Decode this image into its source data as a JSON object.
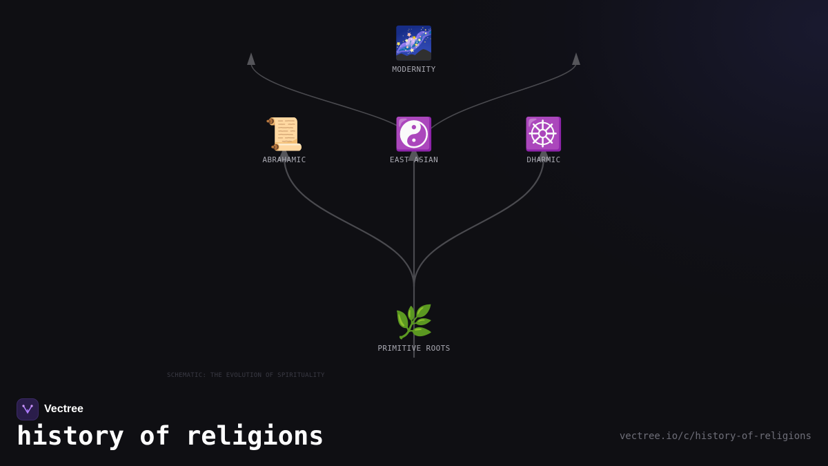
{
  "diagram": {
    "nodes": {
      "modernity": {
        "emoji": "🌌",
        "label": "MODERNITY"
      },
      "abrahamic": {
        "emoji": "📜",
        "label": "ABRAHAMIC"
      },
      "east_asian": {
        "emoji": "☯️",
        "label": "EAST ASIAN"
      },
      "dharmic": {
        "emoji": "☸️",
        "label": "DHARMIC"
      },
      "primitive_roots": {
        "emoji": "🌿",
        "label": "PRIMITIVE ROOTS"
      }
    },
    "caption": "SCHEMATIC: THE EVOLUTION OF SPIRITUALITY"
  },
  "footer": {
    "brand_name": "Vectree",
    "brand_icon": "vectree-logo-icon",
    "title": "history of religions",
    "url": "vectree.io/c/history-of-religions"
  },
  "colors": {
    "background": "#0f0f13",
    "edge": "#4a4a4f",
    "label": "#a9a9b2",
    "brand_purple": "#2a1d4a"
  }
}
